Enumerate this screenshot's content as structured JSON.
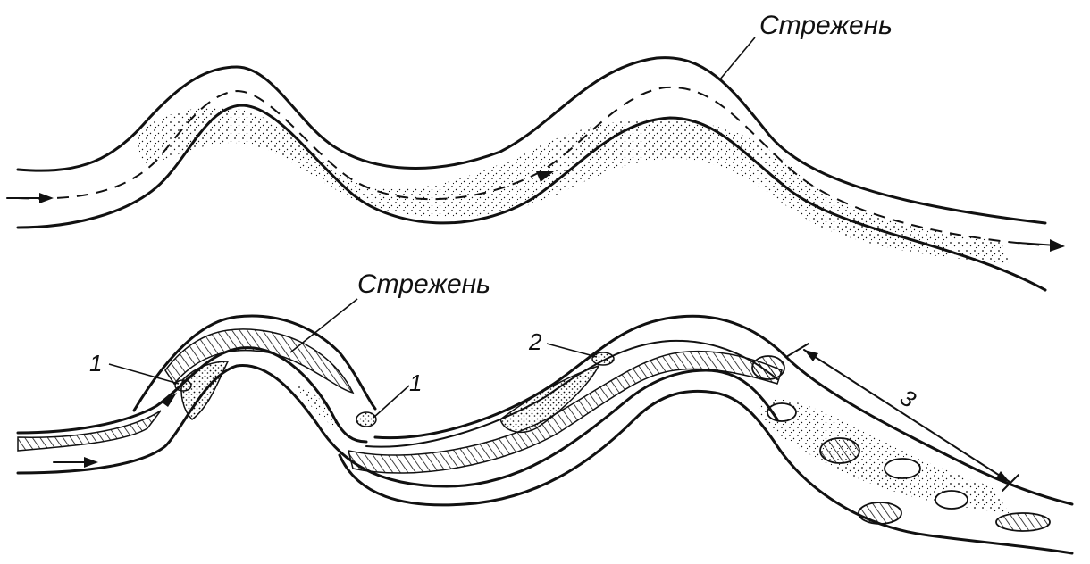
{
  "top_figure": {
    "label_strezhen": "Стрежень"
  },
  "bottom_figure": {
    "label_strezhen": "Стрежень",
    "marker_1a": "1",
    "marker_1b": "1",
    "marker_2": "2",
    "marker_3": "3"
  }
}
